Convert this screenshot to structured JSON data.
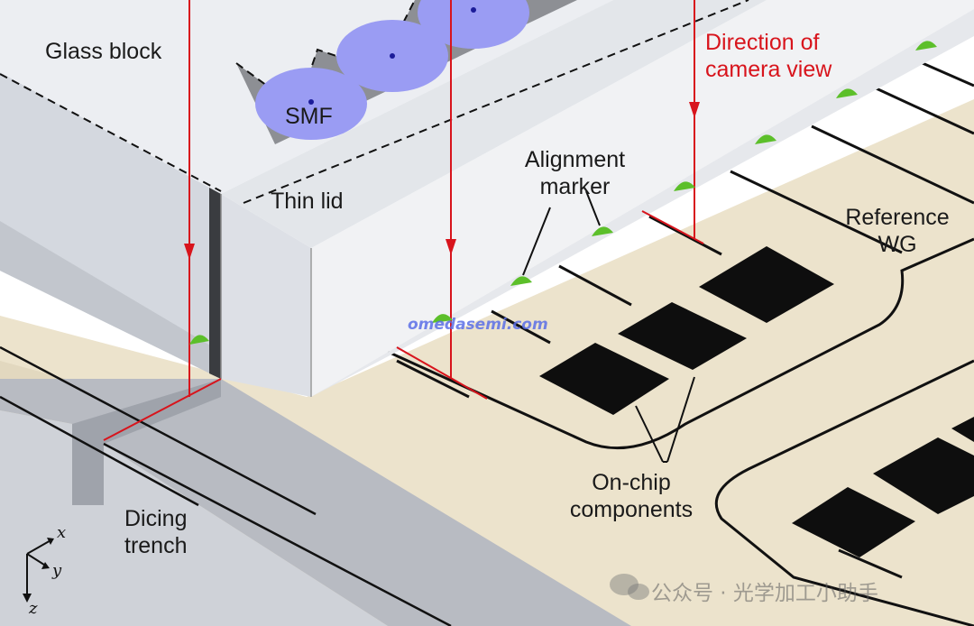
{
  "labels": {
    "glass_block": "Glass block",
    "smf": "SMF",
    "thin_lid": "Thin lid",
    "alignment_marker": [
      "Alignment",
      "marker"
    ],
    "direction_of_camera_view": [
      "Direction of",
      "camera view"
    ],
    "reference_wg": [
      "Reference",
      "WG"
    ],
    "on_chip_components": [
      "On-chip",
      "components"
    ],
    "dicing_trench": [
      "Dicing",
      "trench"
    ]
  },
  "axes": {
    "x": "x",
    "y": "y",
    "z": "z"
  },
  "watermarks": {
    "url": "omedasemi.com",
    "account": "公众号 · 光学加工小助手"
  },
  "colors": {
    "chip_surface": "#ece3cc",
    "glass": "#eceef2",
    "glass_side": "#d4d8df",
    "fiber": "#9a9cf3",
    "camera_ray": "#d8141c",
    "marker": "#5cbf2a",
    "component": "#0e0e0e"
  }
}
